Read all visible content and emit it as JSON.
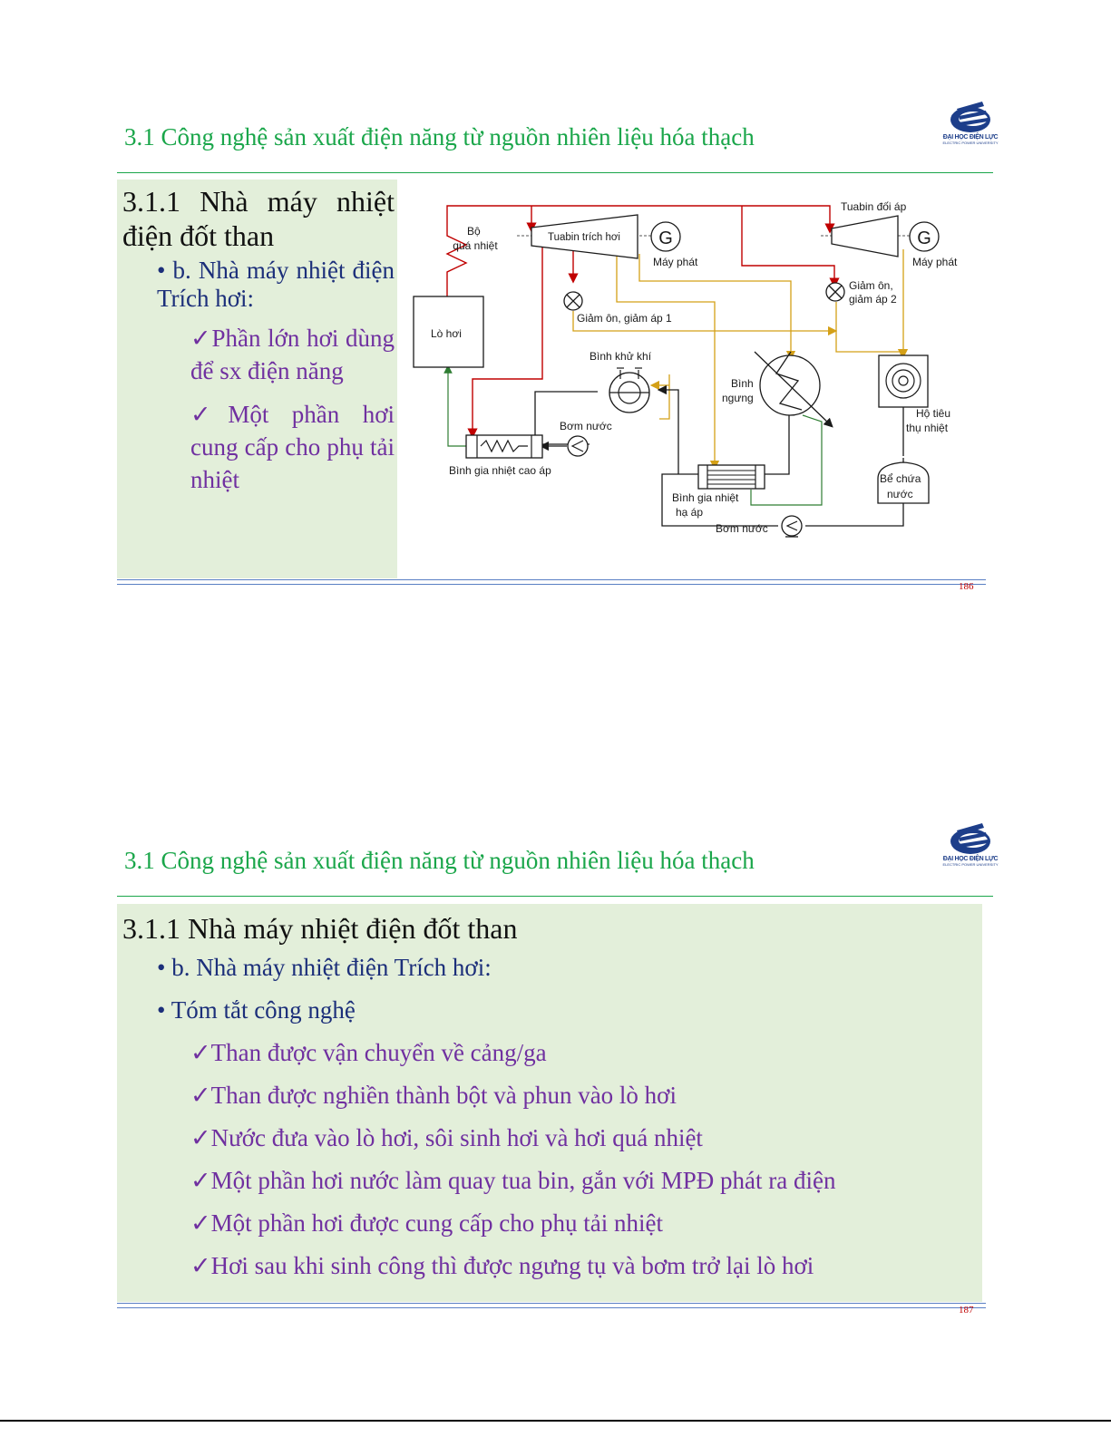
{
  "slides": [
    {
      "title": "3.1 Công nghệ sản xuất điện năng từ nguồn nhiên liệu hóa thạch",
      "logo": {
        "name": "ĐẠI HỌC ĐIỆN LỰC",
        "subtitle": "ELECTRIC POWER UNIVERSITY"
      },
      "heading": "3.1.1 Nhà máy nhiệt điện đốt than",
      "bullet": "b. Nhà máy nhiệt điện Trích hơi:",
      "checks": [
        "✓Phần lớn hơi dùng để sx điện năng",
        "✓Một phần hơi cung cấp cho phụ tải nhiệt"
      ],
      "page_number": "186",
      "diagram_labels": {
        "bo_qua_nhiet": "Bộ\nquá nhiệt",
        "tuabin_trich_hoi": "Tuabin trích hơi",
        "g1": "G",
        "may_phat_1": "Máy phát",
        "tuabin_doi_ap": "Tuabin đối áp",
        "g2": "G",
        "may_phat_2": "Máy phát",
        "lo_hoi": "Lò hơi",
        "giam_on_1": "Giảm ôn, giảm áp 1",
        "giam_on_2": "Giảm ôn,\ngiảm áp 2",
        "binh_khu_khi": "Bình khử khí",
        "binh_ngung": "Bình\nngưng",
        "ho_tieu_thu_nhiet": "Hộ tiêu\nthụ nhiệt",
        "bom_nuoc_1": "Bơm nước",
        "binh_gia_nhiet_cao_ap": "Bình gia nhiệt cao áp",
        "binh_gia_nhiet_ha_ap": "Bình gia nhiệt\nhạ áp",
        "be_chua_nuoc": "Bể chứa\nnước",
        "bom_nuoc_2": "Bơm nước"
      }
    },
    {
      "title": "3.1 Công nghệ sản xuất điện năng từ nguồn nhiên liệu hóa thạch",
      "logo": {
        "name": "ĐẠI HỌC ĐIỆN LỰC",
        "subtitle": "ELECTRIC POWER UNIVERSITY"
      },
      "heading": "3.1.1 Nhà máy nhiệt điện đốt than",
      "bullets": [
        "b. Nhà máy nhiệt điện Trích hơi:",
        "Tóm tắt công nghệ"
      ],
      "checks": [
        "✓Than được vận chuyển về cảng/ga",
        "✓Than được nghiền thành bột và phun vào lò hơi",
        "✓Nước đưa vào lò hơi, sôi sinh hơi và hơi quá nhiệt",
        "✓Một phần hơi nước làm quay tua bin, gắn với MPĐ phát ra điện",
        "✓Một phần hơi được cung cấp cho phụ tải nhiệt",
        "✓Hơi sau khi sinh công thì được ngưng tụ và bơm trở lại lò hơi"
      ],
      "page_number": "187"
    }
  ],
  "colors": {
    "title": "#1aa64a",
    "panel": "#e3efda",
    "heading": "#111111",
    "bullet": "#1c2f7a",
    "check": "#7030a0",
    "steam": "#c00000",
    "extraction": "#d4a017",
    "water": "#2e7d32",
    "line": "#1a1a1a"
  }
}
